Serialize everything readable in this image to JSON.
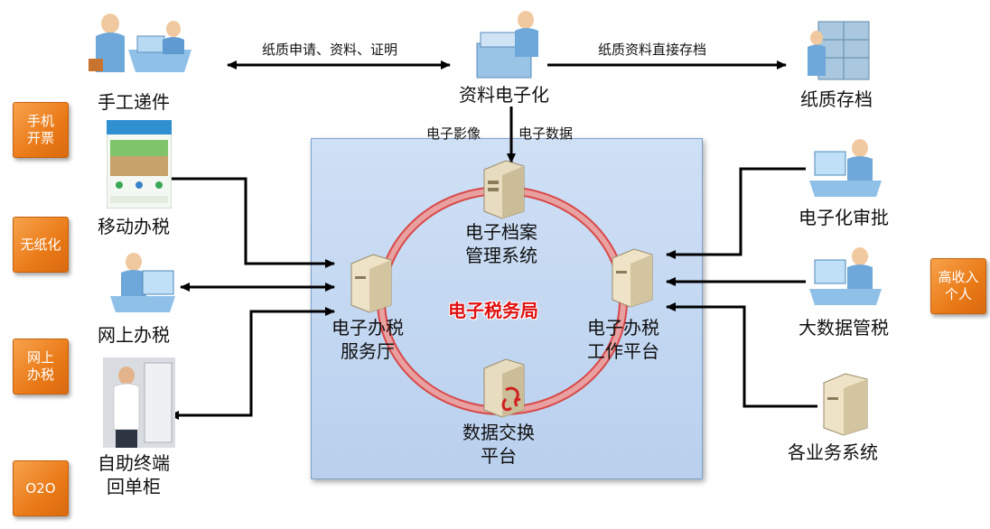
{
  "top": {
    "manual": "手工递件",
    "digitize": "资料电子化",
    "paper_archive": "纸质存档",
    "arrow_left_label": "纸质申请、资料、证明",
    "arrow_right_label": "纸质资料直接存档",
    "down_label_1": "电子影像",
    "down_label_2": "电子数据"
  },
  "left_items": {
    "mobile": "移动办税",
    "online": "网上办税",
    "kiosk_line1": "自助终端",
    "kiosk_line2": "回单柜"
  },
  "orange_boxes": {
    "phone_invoice": "手机\n开票",
    "paperless": "无纸化",
    "online_tax": "网上\n办税",
    "o2o": "O2O",
    "high_income": "高收入\n个人"
  },
  "center": {
    "title": "电子税务局",
    "archive_line1": "电子档案",
    "archive_line2": "管理系统",
    "service_line1": "电子办税",
    "service_line2": "服务厅",
    "work_line1": "电子办税",
    "work_line2": "工作平台",
    "exchange_line1": "数据交换",
    "exchange_line2": "平台"
  },
  "right_items": {
    "approval": "电子化审批",
    "bigdata": "大数据管税",
    "business": "各业务系统"
  },
  "colors": {
    "orange": "#ea7a17",
    "panel": "#c4d8f1",
    "ring": "#e07070",
    "title_red": "#e01010"
  }
}
